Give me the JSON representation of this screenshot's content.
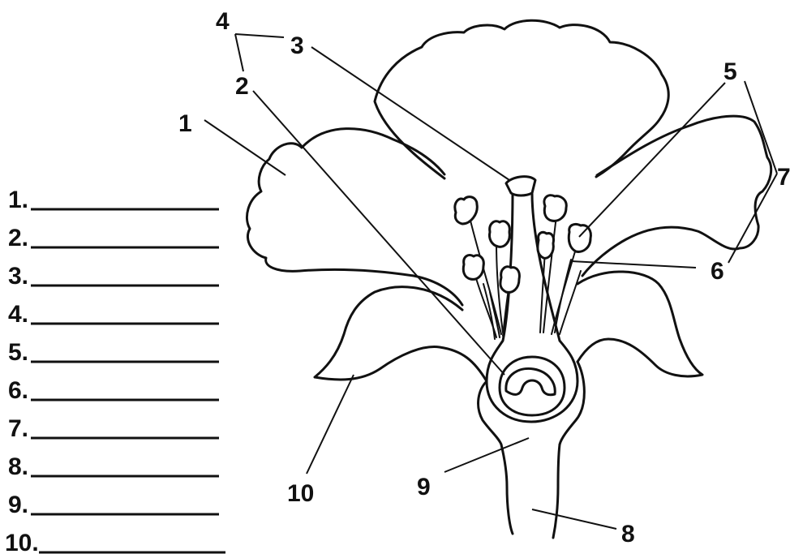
{
  "diagram": {
    "callouts": [
      "1",
      "2",
      "3",
      "4",
      "5",
      "6",
      "7",
      "8",
      "9",
      "10"
    ]
  },
  "answer_blanks": [
    {
      "number": "1.",
      "value": ""
    },
    {
      "number": "2.",
      "value": ""
    },
    {
      "number": "3.",
      "value": ""
    },
    {
      "number": "4.",
      "value": ""
    },
    {
      "number": "5.",
      "value": ""
    },
    {
      "number": "6.",
      "value": ""
    },
    {
      "number": "7.",
      "value": ""
    },
    {
      "number": "8.",
      "value": ""
    },
    {
      "number": "9.",
      "value": ""
    },
    {
      "number": "10.",
      "value": ""
    }
  ]
}
